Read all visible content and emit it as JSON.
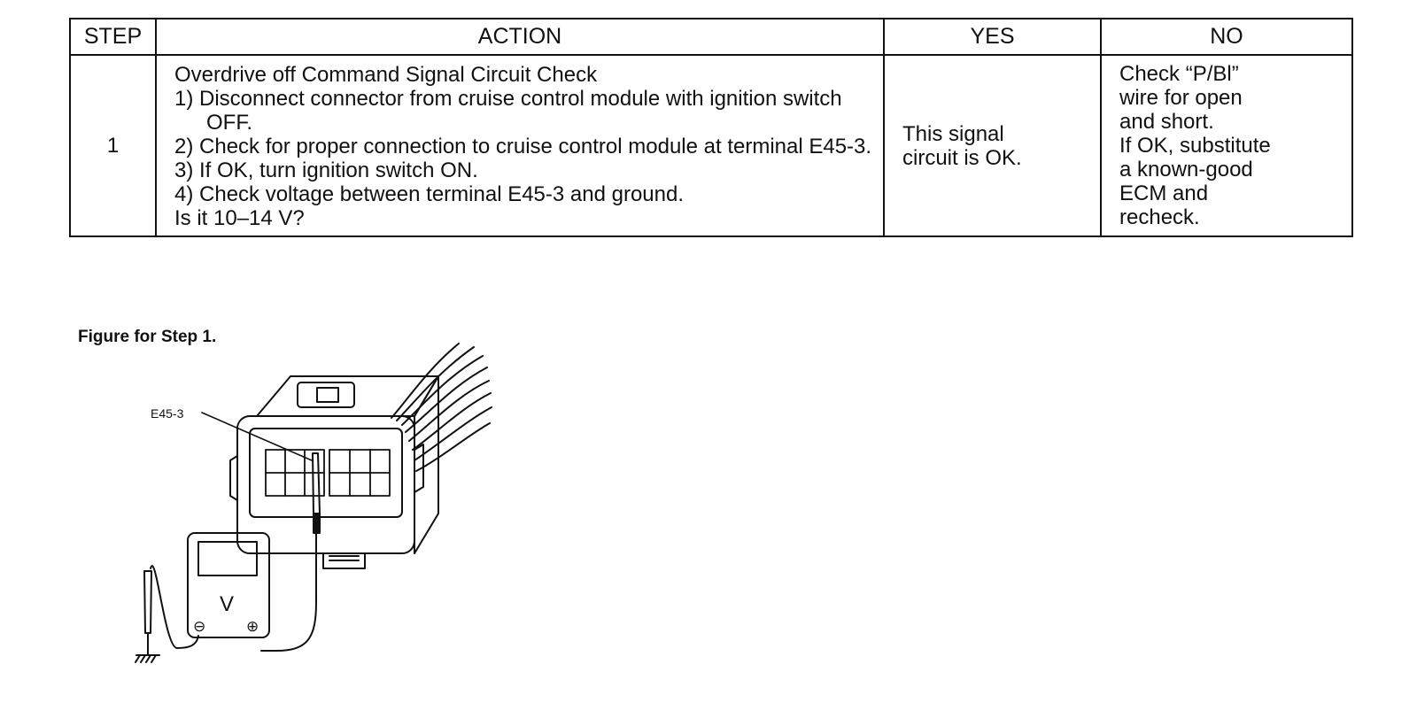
{
  "table": {
    "headers": {
      "step": "STEP",
      "action": "ACTION",
      "yes": "YES",
      "no": "NO"
    },
    "row": {
      "step": "1",
      "action_title": "Overdrive off Command Signal Circuit Check",
      "action_steps": [
        "1) Disconnect connector from cruise control module with ignition switch OFF.",
        "2) Check for proper connection to cruise control module at terminal E45-3.",
        "3) If OK, turn ignition switch ON.",
        "4) Check voltage between terminal E45-3 and ground."
      ],
      "action_question": "Is it 10–14 V?",
      "yes": "This signal\ncircuit is OK.",
      "no": "Check “P/Bl”\nwire for open\nand short.\nIf OK, substitute\na known-good\nECM and\nrecheck."
    }
  },
  "figure": {
    "caption": "Figure for Step 1.",
    "terminal_label": "E45-3",
    "meter_unit": "V",
    "minus_symbol": "⊖",
    "plus_symbol": "⊕"
  }
}
